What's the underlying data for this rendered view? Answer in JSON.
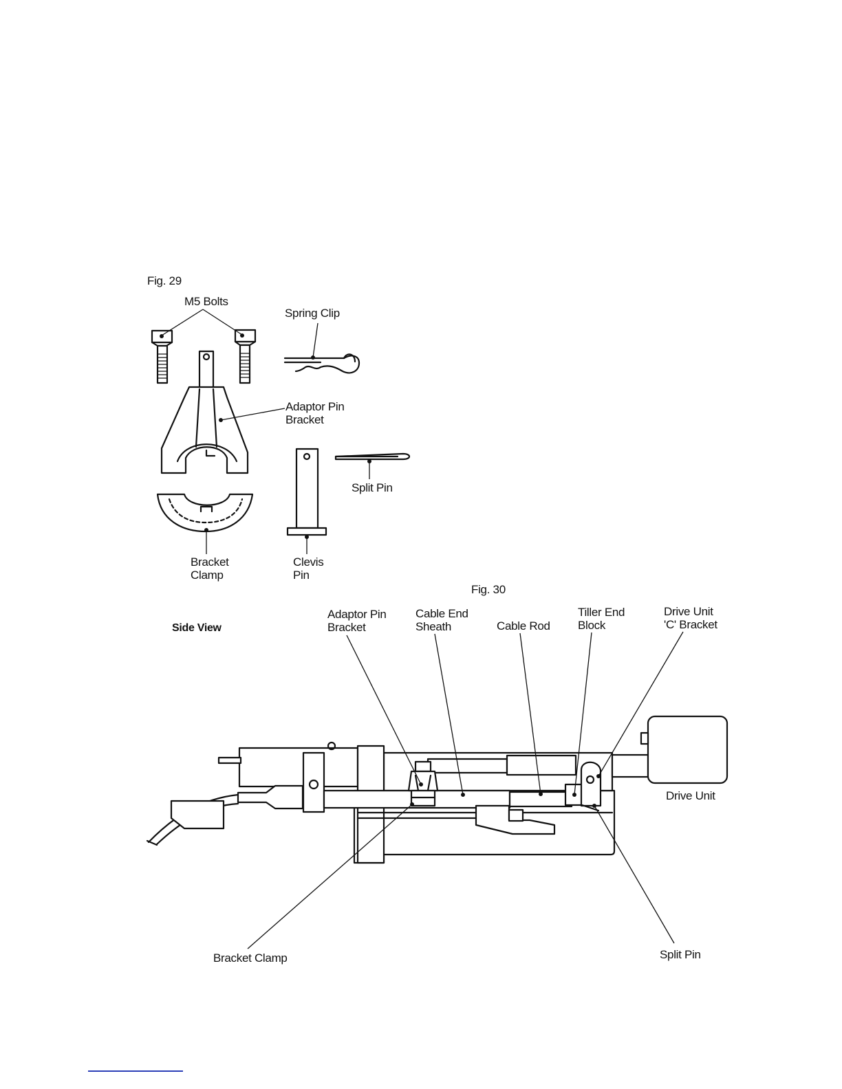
{
  "fig29": {
    "title": "Fig. 29",
    "labels": {
      "m5_bolts": "M5 Bolts",
      "spring_clip": "Spring Clip",
      "adaptor_pin_bracket": "Adaptor Pin\nBracket",
      "split_pin": "Split Pin",
      "bracket_clamp": "Bracket\nClamp",
      "clevis_pin": "Clevis\nPin"
    }
  },
  "fig30": {
    "title": "Fig. 30",
    "view_label": "Side View",
    "labels": {
      "adaptor_pin_bracket": "Adaptor Pin\nBracket",
      "cable_end_sheath": "Cable End\nSheath",
      "cable_rod": "Cable Rod",
      "tiller_end_block": "Tiller End\nBlock",
      "drive_unit_c_bracket": "Drive Unit\n'C' Bracket",
      "drive_unit": "Drive Unit",
      "bracket_clamp": "Bracket Clamp",
      "split_pin": "Split Pin"
    }
  }
}
